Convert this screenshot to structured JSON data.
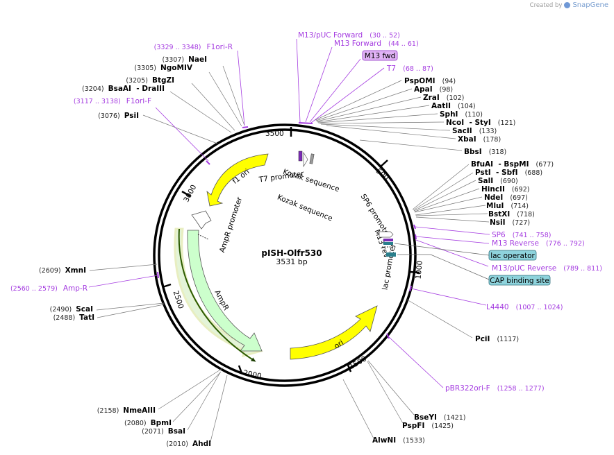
{
  "credit": {
    "prefix": "Created by",
    "brand": "SnapGene",
    "icon": "snapgene-logo-icon"
  },
  "plasmid": {
    "name": "pISH-Olfr530",
    "size_label": "3531 bp",
    "length": 3531
  },
  "ticks": [
    "500",
    "1000",
    "1500",
    "2000",
    "2500",
    "3000",
    "3500"
  ],
  "features": [
    {
      "name": "f1 ori",
      "color": "#ffff00"
    },
    {
      "name": "ori",
      "color": "#ffff00"
    },
    {
      "name": "AmpR",
      "color": "#ccffcc"
    },
    {
      "name": "AmpR promoter",
      "color": "#ffffff"
    },
    {
      "name": "T7 promoter",
      "color": "#ffffff"
    },
    {
      "name": "Kozak sequence",
      "color": "#ffffff"
    },
    {
      "name": "Kozak sequence",
      "color": "#ffffff"
    },
    {
      "name": "SP6 promoter",
      "color": "#ffffff"
    },
    {
      "name": "M13 rev",
      "color": "#ffffff"
    },
    {
      "name": "lac promoter",
      "color": "#ffffff"
    }
  ],
  "sites": [
    {
      "name": "NaeI",
      "pos": "(3307)",
      "kind": "enzyme"
    },
    {
      "name": "NgoMIV",
      "pos": "(3305)",
      "kind": "enzyme"
    },
    {
      "name": "BtgZI",
      "pos": "(3205)",
      "kind": "enzyme"
    },
    {
      "name": "BsaAI  - DraIII",
      "pos": "(3204)",
      "kind": "enzyme"
    },
    {
      "name": "PsiI",
      "pos": "(3076)",
      "kind": "enzyme"
    },
    {
      "name": "XmnI",
      "pos": "(2609)",
      "kind": "enzyme"
    },
    {
      "name": "ScaI",
      "pos": "(2490)",
      "kind": "enzyme"
    },
    {
      "name": "TatI",
      "pos": "(2488)",
      "kind": "enzyme"
    },
    {
      "name": "NmeAIII",
      "pos": "(2158)",
      "kind": "enzyme"
    },
    {
      "name": "BpmI",
      "pos": "(2080)",
      "kind": "enzyme"
    },
    {
      "name": "BsaI",
      "pos": "(2071)",
      "kind": "enzyme"
    },
    {
      "name": "AhdI",
      "pos": "(2010)",
      "kind": "enzyme"
    },
    {
      "name": "PspOMI",
      "pos": "(94)",
      "kind": "enzyme"
    },
    {
      "name": "ApaI",
      "pos": "(98)",
      "kind": "enzyme"
    },
    {
      "name": "ZraI",
      "pos": "(102)",
      "kind": "enzyme"
    },
    {
      "name": "AatII",
      "pos": "(104)",
      "kind": "enzyme"
    },
    {
      "name": "SphI",
      "pos": "(110)",
      "kind": "enzyme"
    },
    {
      "name": "NcoI  - StyI",
      "pos": "(121)",
      "kind": "enzyme"
    },
    {
      "name": "SacII",
      "pos": "(133)",
      "kind": "enzyme"
    },
    {
      "name": "XbaI",
      "pos": "(178)",
      "kind": "enzyme"
    },
    {
      "name": "BbsI",
      "pos": "(318)",
      "kind": "enzyme"
    },
    {
      "name": "BfuAI  - BspMI",
      "pos": "(677)",
      "kind": "enzyme"
    },
    {
      "name": "PstI  - SbfI",
      "pos": "(688)",
      "kind": "enzyme"
    },
    {
      "name": "SalI",
      "pos": "(690)",
      "kind": "enzyme"
    },
    {
      "name": "HincII",
      "pos": "(692)",
      "kind": "enzyme"
    },
    {
      "name": "NdeI",
      "pos": "(697)",
      "kind": "enzyme"
    },
    {
      "name": "MluI",
      "pos": "(714)",
      "kind": "enzyme"
    },
    {
      "name": "BstXI",
      "pos": "(718)",
      "kind": "enzyme"
    },
    {
      "name": "NsiI",
      "pos": "(727)",
      "kind": "enzyme"
    },
    {
      "name": "PciI",
      "pos": "(1117)",
      "kind": "enzyme"
    },
    {
      "name": "BseYI",
      "pos": "(1421)",
      "kind": "enzyme"
    },
    {
      "name": "PspFI",
      "pos": "(1425)",
      "kind": "enzyme"
    },
    {
      "name": "AlwNI",
      "pos": "(1533)",
      "kind": "enzyme"
    },
    {
      "name": "F1ori-R",
      "pos": "(3329 .. 3348)",
      "kind": "primer"
    },
    {
      "name": "F1ori-F",
      "pos": "(3117 .. 3138)",
      "kind": "primer"
    },
    {
      "name": "Amp-R",
      "pos": "(2560 .. 2579)",
      "kind": "primer"
    },
    {
      "name": "M13/pUC Forward",
      "pos": "(30 .. 52)",
      "kind": "primer"
    },
    {
      "name": "M13 Forward",
      "pos": "(44 .. 61)",
      "kind": "primer"
    },
    {
      "name": "T7",
      "pos": "(68 .. 87)",
      "kind": "primer"
    },
    {
      "name": "SP6",
      "pos": "(741 .. 758)",
      "kind": "primer"
    },
    {
      "name": "M13 Reverse",
      "pos": "(776 .. 792)",
      "kind": "primer"
    },
    {
      "name": "M13/pUC Reverse",
      "pos": "(789 .. 811)",
      "kind": "primer"
    },
    {
      "name": "L4440",
      "pos": "(1007 .. 1024)",
      "kind": "primer"
    },
    {
      "name": "pBR322ori-F",
      "pos": "(1258 .. 1277)",
      "kind": "primer"
    }
  ],
  "boxes": [
    {
      "name": "M13 fwd",
      "fill": "#e0b3f5",
      "stroke": "#8a2bc2"
    },
    {
      "name": "lac operator",
      "fill": "#8ed3dc",
      "stroke": "#2b6d7a"
    },
    {
      "name": "CAP binding site",
      "fill": "#8ed3dc",
      "stroke": "#2b6d7a"
    }
  ]
}
